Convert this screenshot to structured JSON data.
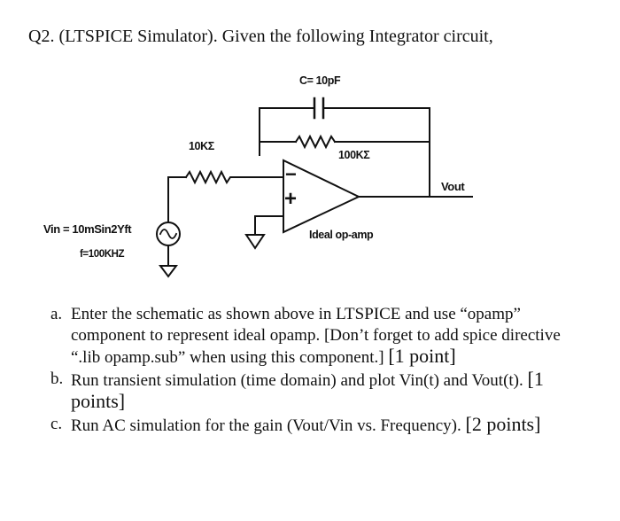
{
  "question": {
    "title": "Q2. (LTSPICE Simulator). Given the following Integrator circuit,"
  },
  "circuit": {
    "capacitor_label": "C= 10pF",
    "feedback_resistor_label": "100KΣ",
    "input_resistor_label": "10KΣ",
    "output_label": "Vout",
    "source_label": "Vin = 10mSin2Υft",
    "frequency_label": "f=100KHZ",
    "opamp_label": "Ideal op-amp",
    "minus_sign": "−",
    "plus_sign": "+"
  },
  "tasks": [
    {
      "letter": "a.",
      "text": "Enter the schematic as shown above in LTSPICE and use “opamp” component to represent ideal opamp. [Don’t forget to add spice directive “.lib opamp.sub” when using this component.]",
      "points": "[1 point]"
    },
    {
      "letter": "b.",
      "text": "Run transient simulation (time domain) and plot Vin(t) and Vout(t).",
      "points": "[1 points]"
    },
    {
      "letter": "c.",
      "text": "Run AC simulation for the gain (Vout/Vin vs. Frequency).",
      "points": "[2 points]"
    }
  ]
}
